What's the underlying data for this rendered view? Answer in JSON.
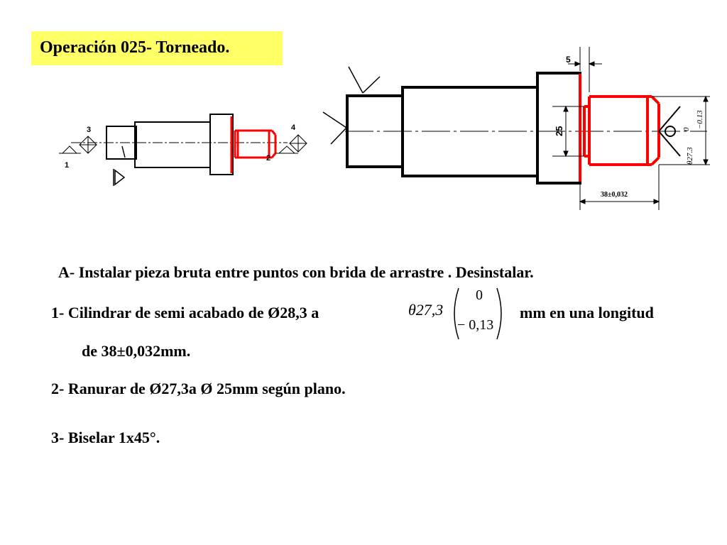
{
  "title": "Operación 025- Torneado.",
  "small_drawing": {
    "datum_labels": [
      "1",
      "2",
      "3",
      "4"
    ]
  },
  "large_drawing": {
    "dim_top": "5",
    "dim_diameter": "25",
    "dim_length": "38±0,032",
    "dim_tol_side": "θ27,3  0  −0.13",
    "dim_tol_side_parts": [
      "θ27.3",
      "0",
      "−0.13"
    ]
  },
  "colors": {
    "title_bg": "#ffff66",
    "machined": "#ff0000",
    "outline": "#000000"
  },
  "steps": {
    "a": "A- Instalar pieza bruta entre puntos con brida de arrastre . Desinstalar.",
    "s1_start": "1- Cilindrar de semi acabado de Ø28,3 a",
    "s1_tol_base": "θ27,3",
    "s1_tol_upper": "0",
    "s1_tol_lower": "− 0,13",
    "s1_end": "mm en una longitud",
    "s1_cont": "de 38±0,032mm.",
    "s2": "2- Ranurar de Ø27,3a Ø 25mm según plano.",
    "s3": "3- Biselar 1x45°."
  }
}
